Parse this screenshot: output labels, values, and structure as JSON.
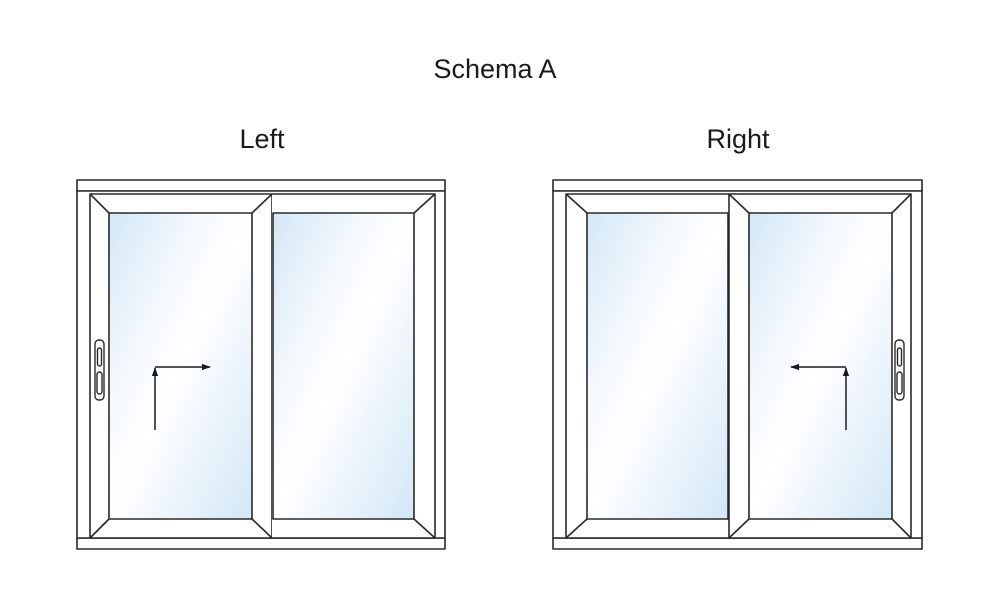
{
  "diagram": {
    "title": "Schema A",
    "variants": [
      {
        "label": "Left"
      },
      {
        "label": "Right"
      }
    ]
  },
  "colors": {
    "stroke": "#2a2a2a",
    "frame": "#ffffff",
    "glass_light": "#ffffff",
    "glass_tint": "#d6e9f7"
  }
}
